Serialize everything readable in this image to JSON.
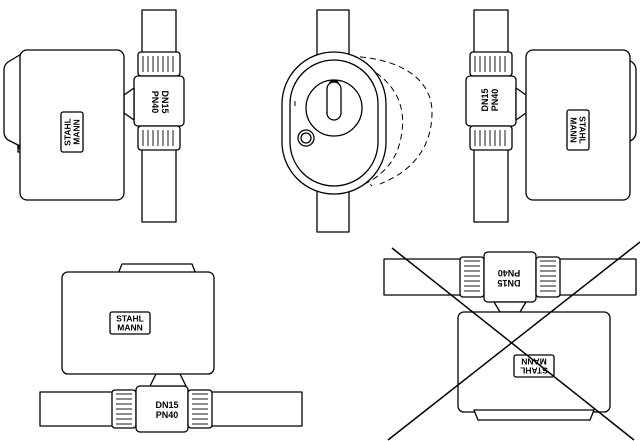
{
  "brand": {
    "line1": "STAHL",
    "line2": "MANN"
  },
  "valve": {
    "size": "DN15",
    "pressure": "PN40"
  },
  "colors": {
    "line": "#000000",
    "fill": "#ffffff"
  },
  "icons": {
    "wrong_mark": "cross-mark-icon"
  }
}
